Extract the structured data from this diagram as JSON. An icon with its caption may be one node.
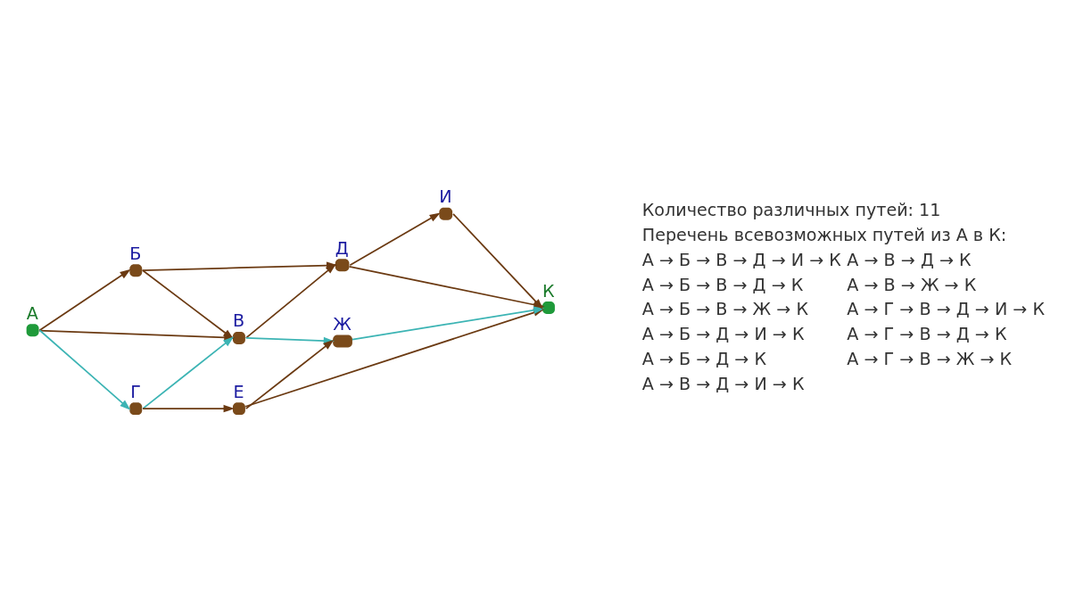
{
  "diagram": {
    "nodes": [
      {
        "text": [
          "А"
        ]
      },
      {
        "text": [
          "Б"
        ]
      },
      {
        "text": [
          "В"
        ]
      },
      {
        "text": [
          "Г"
        ]
      },
      {
        "text": [
          "Д"
        ]
      },
      {
        "text": [
          "Е"
        ]
      },
      {
        "text": [
          "Ж"
        ]
      },
      {
        "text": [
          "И"
        ]
      },
      {
        "text": [
          "К"
        ]
      }
    ],
    "edges": [
      {
        "from": 0,
        "to": 1,
        "arrow": "to"
      },
      {
        "from": 0,
        "to": 2,
        "arrow": "to"
      },
      {
        "from": 0,
        "to": 3,
        "arrow": "to",
        "color": "#3cb4b4"
      },
      {
        "from": 1,
        "to": 4,
        "arrow": "to"
      },
      {
        "from": 1,
        "to": 2,
        "arrow": "to"
      },
      {
        "from": 3,
        "to": 2,
        "arrow": "to",
        "color": "#3cb4b4"
      },
      {
        "from": 3,
        "to": 5,
        "arrow": "to"
      },
      {
        "from": 2,
        "to": 4,
        "arrow": "to"
      },
      {
        "from": 2,
        "to": 6,
        "arrow": "to",
        "color": "#3cb4b4"
      },
      {
        "from": 4,
        "to": 7,
        "arrow": "to"
      },
      {
        "from": 4,
        "to": 8,
        "arrow": "to"
      },
      {
        "from": 7,
        "to": 8,
        "arrow": "to"
      },
      {
        "from": 6,
        "to": 8,
        "arrow": "to",
        "color": "#3cb4b4"
      },
      {
        "from": 5,
        "to": 6,
        "arrow": "to"
      },
      {
        "from": 5,
        "to": 8,
        "arrow": "to"
      }
    ],
    "labels": [
      "Количество различных путей: 11",
      "Перечень всевозможных путей из А в К:",
      "А → Б → В → Д → И → К",
      "А → Б → В → Д → К",
      "А → Б → В → Ж → К",
      "А → Б → Д → И → К",
      "А → Б → Д → К",
      "А → В → Д → И → К",
      "А → В → Д → К",
      "А → В → Ж → К",
      "А → Г → В → Д → И → К",
      "А → Г → В → Д → К",
      "А → Г → В → Ж → К"
    ]
  }
}
